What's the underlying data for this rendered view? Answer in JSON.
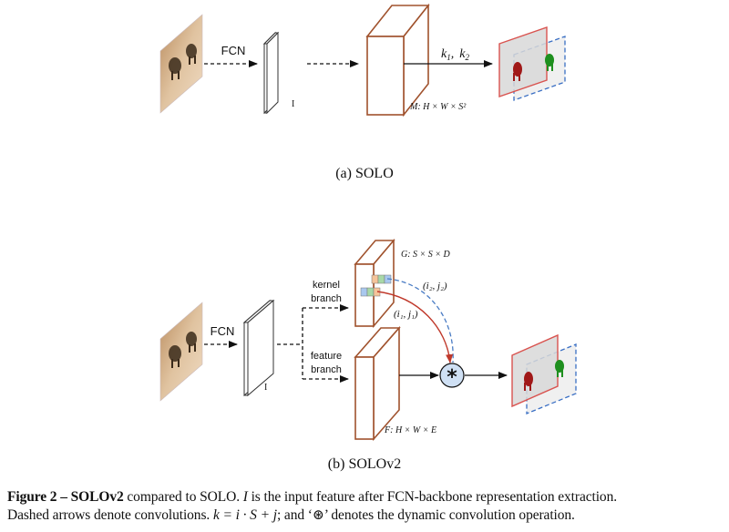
{
  "panel_a": {
    "fcn_label": "FCN",
    "feature_label": "I",
    "kernel_label": "k",
    "kernel_sub_1": "1",
    "kernel_sep": ",",
    "kernel_sub_2": "2",
    "tensor_label": "M: H × W × S²",
    "caption": "(a) SOLO"
  },
  "panel_b": {
    "fcn_label": "FCN",
    "feature_label": "I",
    "kernel_branch_line1": "kernel",
    "kernel_branch_line2": "branch",
    "feature_branch_line1": "feature",
    "feature_branch_line2": "branch",
    "kernel_tensor_label": "G: S × S × D",
    "feature_tensor_label": "F: H × W × E",
    "coord_1": "(i₁, j₁)",
    "coord_2": "(i₂, j₂)",
    "operator_symbol": "*",
    "caption": "(b) SOLOv2"
  },
  "figure_caption": {
    "label": "Figure 2 – SOLOv2",
    "text_1": " compared to SOLO. ",
    "var_i": "I",
    "text_2": " is the input feature after FCN-backbone representation extraction.",
    "text_3": "Dashed arrows denote convolutions. ",
    "formula": "k = i · S + j",
    "text_4": "; and ‘⊛’ denotes the dynamic convolution operation."
  },
  "colors": {
    "tensor_border": "#a0522d",
    "mask_red": "#d9534f",
    "mask_blue": "#3a6fc4",
    "operator_fill": "#cfe0f4",
    "red_path": "#c0392b",
    "blue_path": "#4a7cc4"
  }
}
